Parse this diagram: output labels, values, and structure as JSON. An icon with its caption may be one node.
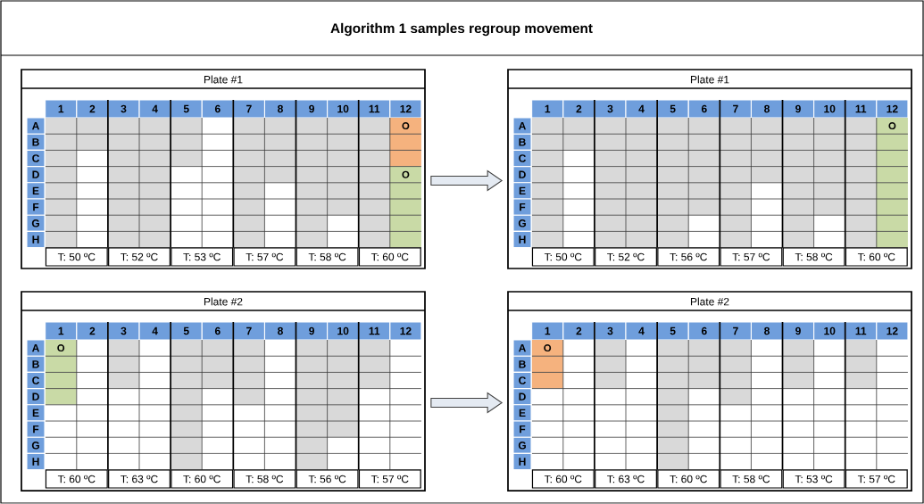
{
  "diagram": {
    "title": "Algorithm 1 samples regroup movement",
    "nodes": [
      {
        "text": [
          "Plate #1"
        ]
      },
      {
        "text": [
          "Plate #1"
        ]
      },
      {
        "text": [
          "Plate #2"
        ]
      },
      {
        "text": [
          "Plate #2"
        ]
      }
    ],
    "edges": [
      {
        "from": 0,
        "to": 1,
        "arrow": "to"
      },
      {
        "from": 2,
        "to": 3,
        "arrow": "to"
      }
    ],
    "labels": [
      "1",
      "2",
      "3",
      "4",
      "5",
      "6",
      "7",
      "8",
      "9",
      "10",
      "11",
      "12",
      "A",
      "O",
      "B",
      "C",
      "D",
      "O",
      "E",
      "F",
      "G",
      "H",
      "T: 50 ºC",
      "T: 52 ºC",
      "T: 53 ºC",
      "T: 57 ºC",
      "T: 58 ºC",
      "T: 60 ºC",
      "1",
      "2",
      "3",
      "4",
      "5",
      "6",
      "7",
      "8",
      "9",
      "10",
      "11",
      "12",
      "A",
      "O",
      "B",
      "C",
      "D",
      "E",
      "F",
      "G",
      "H",
      "T: 50 ºC",
      "T: 52 ºC",
      "T: 56 ºC",
      "T: 57 ºC",
      "T: 58 ºC",
      "T: 60 ºC",
      "1",
      "2",
      "3",
      "4",
      "5",
      "6",
      "7",
      "8",
      "9",
      "10",
      "11",
      "12",
      "A",
      "O",
      "B",
      "C",
      "D",
      "E",
      "F",
      "G",
      "H",
      "T: 60 ºC",
      "T: 63 ºC",
      "T: 60 ºC",
      "T: 58 ºC",
      "T: 56 ºC",
      "T: 57 ºC",
      "1",
      "2",
      "3",
      "4",
      "5",
      "6",
      "7",
      "8",
      "9",
      "10",
      "11",
      "12",
      "A",
      "O",
      "B",
      "C",
      "D",
      "E",
      "F",
      "G",
      "H",
      "T: 60 ºC",
      "T: 63 ºC",
      "T: 60 ºC",
      "T: 58 ºC",
      "T: 53 ºC",
      "T: 57 ºC"
    ]
  }
}
